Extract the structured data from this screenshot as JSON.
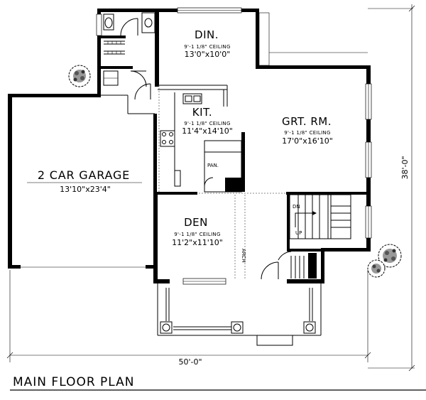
{
  "rooms": {
    "dining": {
      "name": "DIN.",
      "ceiling": "9'-1 1/8\" CEILING",
      "size": "13'0\"x10'0\""
    },
    "kitchen": {
      "name": "KIT.",
      "ceiling": "9'-1 1/8\" CEILING",
      "size": "11'4\"x14'10\""
    },
    "great_room": {
      "name": "GRT. RM.",
      "ceiling": "9'-1 1/8\" CEILING",
      "size": "17'0\"x16'10\""
    },
    "den": {
      "name": "DEN",
      "ceiling": "9'-1 1/8\" CEILING",
      "size": "11'2\"x11'10\""
    },
    "garage": {
      "name": "2 CAR GARAGE",
      "size": "13'10\"x23'4\""
    }
  },
  "labels": {
    "pantry": "PAN.",
    "down": "DN",
    "up": "UP",
    "arch": "ARCH"
  },
  "dimensions": {
    "width": "50'-0\"",
    "depth": "38'-0\""
  },
  "title": "MAIN FLOOR PLAN"
}
